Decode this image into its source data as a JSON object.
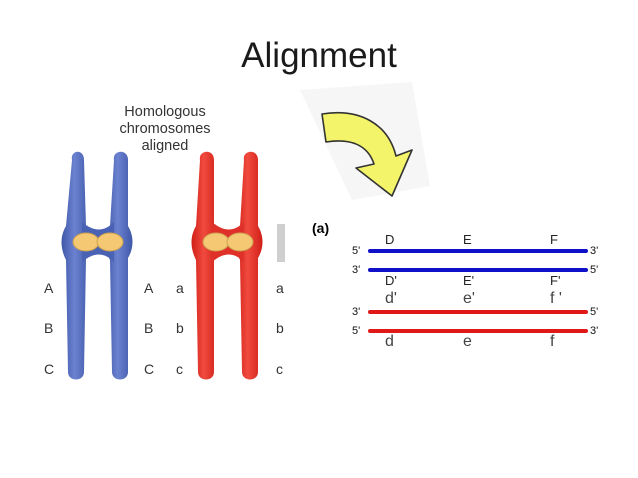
{
  "title": "Alignment",
  "chromosome_panel": {
    "caption": "Homologous\nchromosomes\naligned",
    "blue_left_labels": [
      "A",
      "B",
      "C"
    ],
    "blue_right_labels": [
      "A",
      "B",
      "C"
    ],
    "red_left_labels": [
      "a",
      "b",
      "c"
    ],
    "red_right_labels": [
      "a",
      "b",
      "c"
    ],
    "colors": {
      "blue": "#5a72c0",
      "red": "#e8322a",
      "centromere": "#f5c873"
    }
  },
  "arrow": {
    "color": "#f4f46a",
    "icon": "curved-arrow-icon"
  },
  "dna_panel": {
    "panel_label": "(a)",
    "strands": [
      {
        "left_end": "5'",
        "right_end": "3'",
        "color": "#1010c8",
        "genes": [
          "D",
          "E",
          "F"
        ]
      },
      {
        "left_end": "3'",
        "right_end": "5'",
        "color": "#1010c8",
        "genes": [
          "D'",
          "E'",
          "F'"
        ]
      },
      {
        "left_end": "3'",
        "right_end": "5'",
        "color": "#e01818",
        "genes": [
          "d'",
          "e'",
          "f '"
        ]
      },
      {
        "left_end": "5'",
        "right_end": "3'",
        "color": "#e01818",
        "genes": [
          "d",
          "e",
          "f"
        ]
      }
    ]
  }
}
